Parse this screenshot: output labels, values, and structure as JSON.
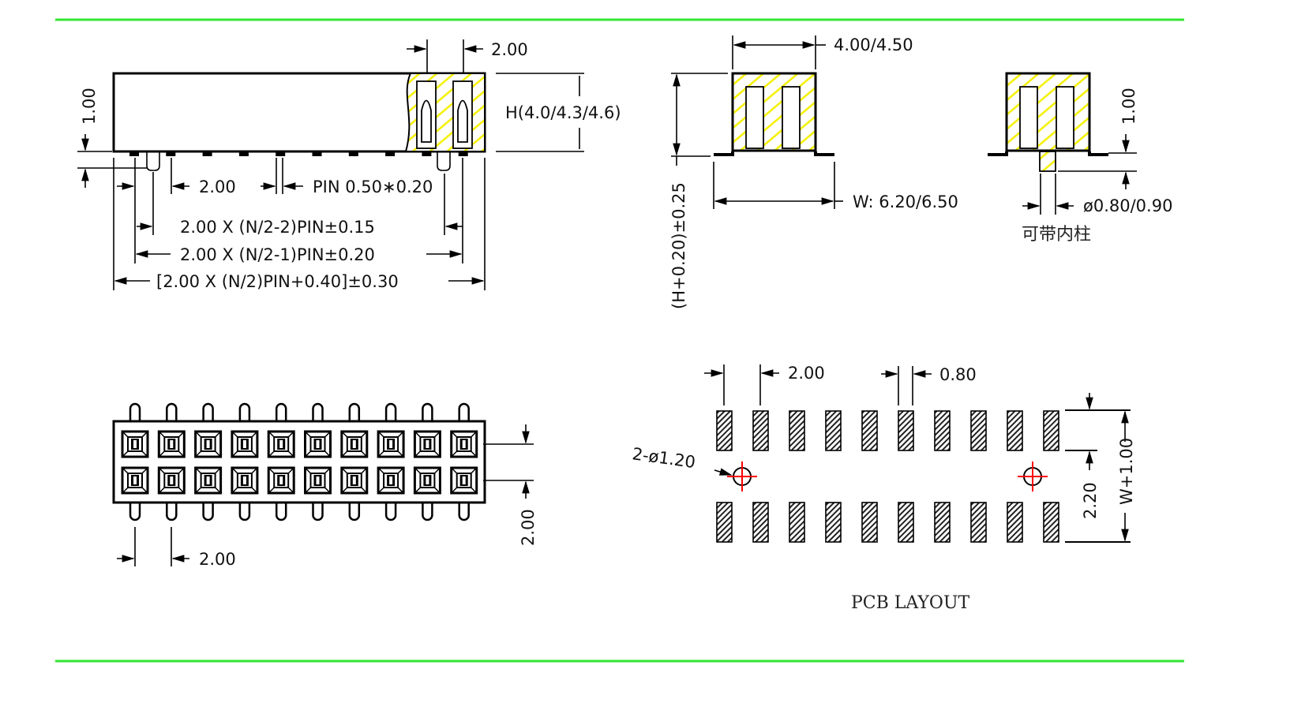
{
  "colors": {
    "border_line": "#33e633",
    "hatch_fill": "#ffff33",
    "center_mark": "#ff0000"
  },
  "side_view": {
    "pitch_top": "2.00",
    "height": "H(4.0/4.3/4.6)",
    "standoff": "1.00",
    "pitch_bottom": "2.00",
    "pin_size": "PIN  0.50∗0.20",
    "dim_n2_2": "2.00  X  (N/2-2)PIN±0.15",
    "dim_n2_1": "2.00  X  (N/2-1)PIN±0.20",
    "dim_total": "[2.00  X  (N/2)PIN+0.40]±0.30"
  },
  "end_view": {
    "width_top": "4.00/4.50",
    "total_height": "(H+0.20)±0.25",
    "width_bottom": "W:  6.20/6.50"
  },
  "end_view_post": {
    "post_height": "1.00",
    "post_dia": "ø0.80/0.90",
    "note": "可带内柱"
  },
  "top_view": {
    "columns": 10,
    "rows": 2,
    "row_pitch": "2.00",
    "col_pitch": "2.00"
  },
  "pcb_layout": {
    "title": "PCB  LAYOUT",
    "pitch": "2.00",
    "pad_width": "0.80",
    "hole_note": "2-ø1.20",
    "pad_length": "2.20",
    "row_span": "W+1.00",
    "pads_per_row": 10
  }
}
